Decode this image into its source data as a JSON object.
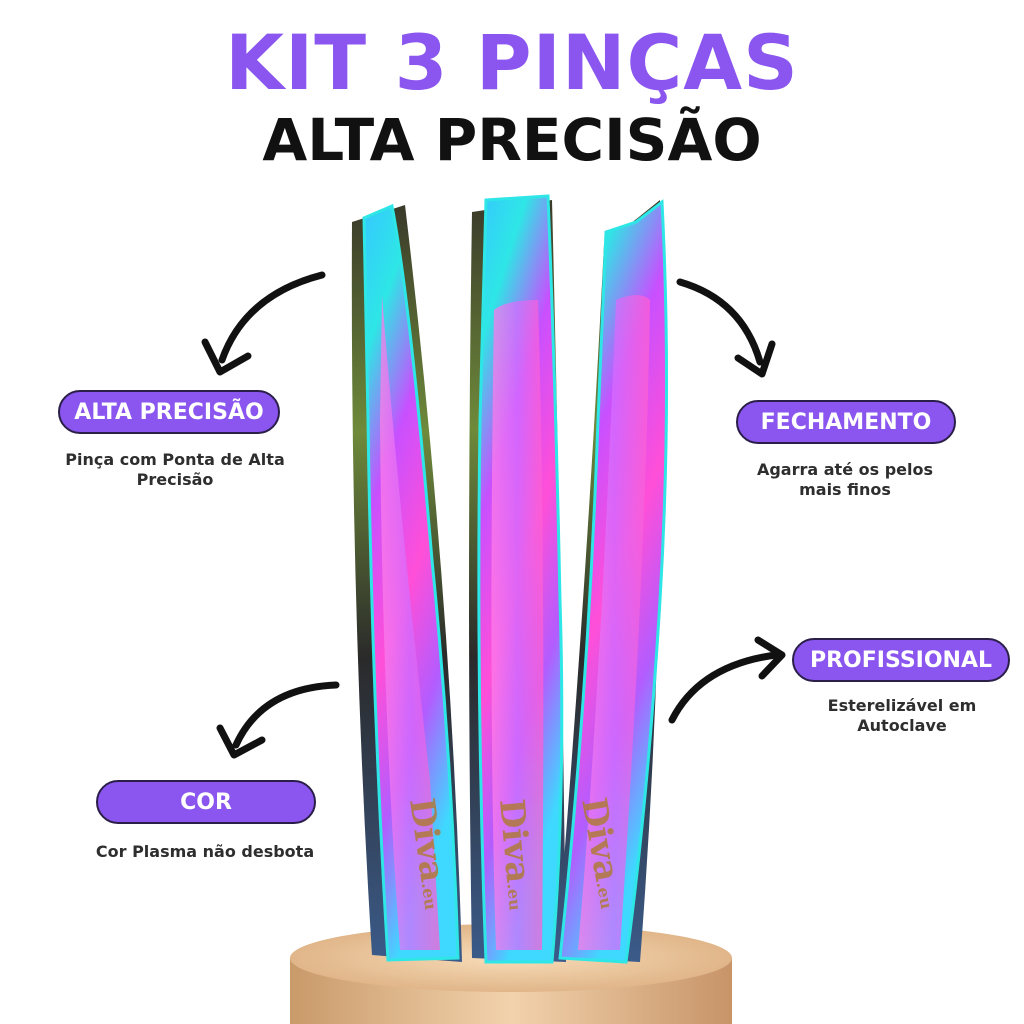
{
  "title": "KIT 3 PINÇAS",
  "subtitle": "ALTA PRECISÃO",
  "features": {
    "alta_precisao": {
      "label": "ALTA PRECISÃO",
      "description": "Pinça com Ponta de Alta Precisão"
    },
    "fechamento": {
      "label": "FECHAMENTO",
      "description": "Agarra até os pelos mais finos"
    },
    "profissional": {
      "label": "PROFISSIONAL",
      "description": "Esterelizável em Autoclave"
    },
    "cor": {
      "label": "COR",
      "description": "Cor Plasma não desbota"
    }
  },
  "tweezers": {
    "brand": "Diva",
    "brand_suffix": ".eu"
  },
  "colors": {
    "accent": "#8a56ef",
    "badge_border": "#2b1f4a",
    "title_dark": "#111111"
  }
}
